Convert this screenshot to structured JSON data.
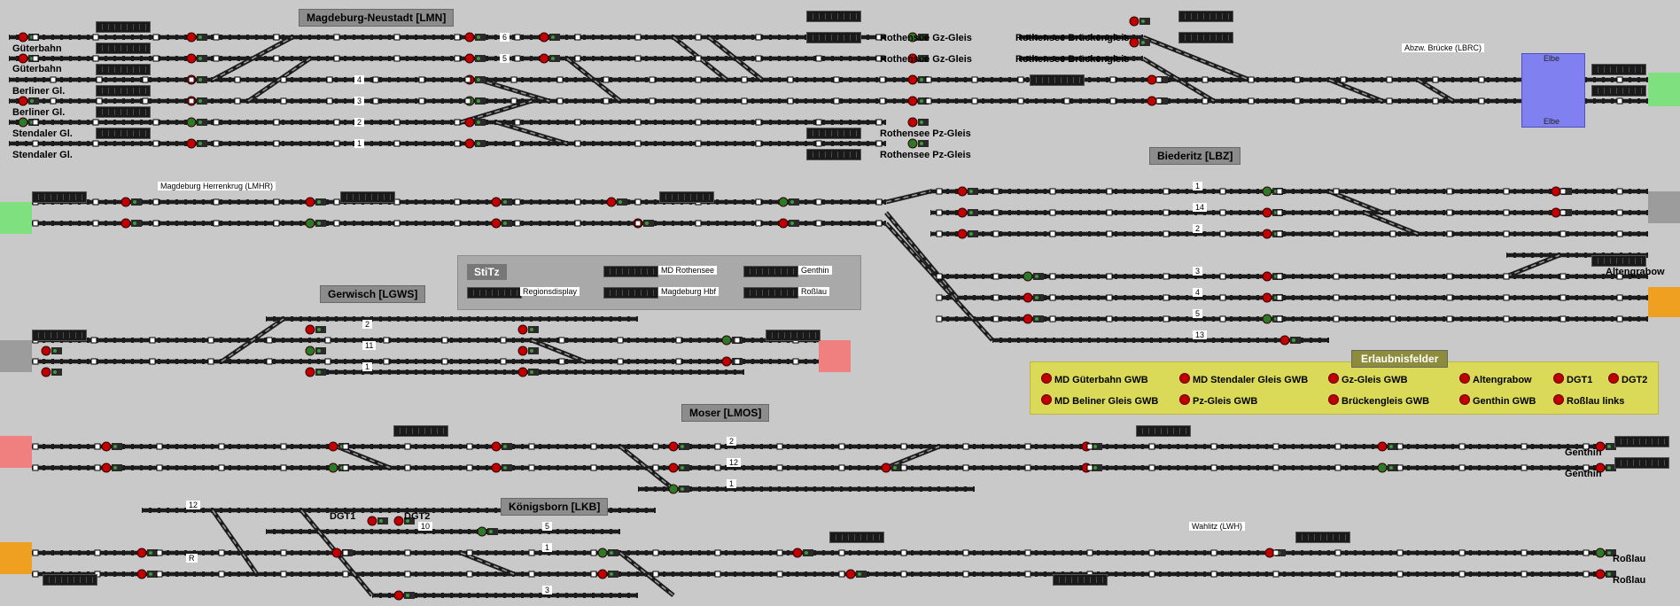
{
  "colors": {
    "bg": "#c9c9c9",
    "track": "#1c1c1c",
    "signal_red": "#c00000",
    "signal_green": "#2a7a2a",
    "elbe": "#8080f0",
    "green_edge": "#7ee07e",
    "red_edge": "#f08080",
    "orange_edge": "#f0a020",
    "yellow_panel": "#dada58"
  },
  "sections": {
    "magdeburg_neustadt": "Magdeburg-Neustadt [LMN]",
    "biederitz": "Biederitz [LBZ]",
    "gerwisch": "Gerwisch [LGWS]",
    "moser": "Moser [LMOS]",
    "koenigsborn": "Königsborn [LKB]",
    "herrenkrug": "Magdeburg Herrenkrug (LMHR)",
    "abzw_bruecke": "Abzw. Brücke (LBRC)",
    "wahlitz": "Wahlitz (LWH)",
    "elbe": "Elbe"
  },
  "left_labels": [
    "Güterbahn",
    "Güterbahn",
    "Berliner Gl.",
    "Berliner Gl.",
    "Stendaler Gl.",
    "Stendaler Gl."
  ],
  "right_labels": {
    "rgz1": "Rothensee Gz-Gleis",
    "rgz2": "Rothensee Gz-Gleis",
    "rpz1": "Rothensee Pz-Gleis",
    "rpz2": "Rothensee Pz-Gleis",
    "rb1": "Rothensee Brückengleis",
    "rb2": "Rothensee Brückengleis",
    "altengrabow": "Altengrabow",
    "genthin1": "Genthin",
    "genthin2": "Genthin",
    "rosslau1": "Roßlau",
    "rosslau2": "Roßlau",
    "dgt1": "DGT1",
    "dgt2": "DGT2"
  },
  "track_numbers": [
    "6",
    "5",
    "4",
    "3",
    "2",
    "1",
    "1",
    "14",
    "2",
    "3",
    "4",
    "5",
    "13",
    "2",
    "11",
    "1",
    "2",
    "12",
    "1",
    "12",
    "10",
    "5",
    "R",
    "1",
    "3"
  ],
  "stitz": {
    "title": "StiTz",
    "regionsdisplay": "Regionsdisplay",
    "md_rothensee": "MD Rothensee",
    "magdeburg_hbf": "Magdeburg Hbf",
    "genthin": "Genthin",
    "rosslau": "Roßlau"
  },
  "erlaubnisfelder": {
    "title": "Erlaubnisfelder",
    "items": [
      "MD Güterbahn GWB",
      "MD Stendaler Gleis GWB",
      "Gz-Gleis GWB",
      "Altengrabow",
      "DGT1",
      "DGT2",
      "MD Beliner Gleis GWB",
      "Pz-Gleis GWB",
      "Brückengleis GWB",
      "Genthin GWB",
      "Roßlau links"
    ]
  }
}
